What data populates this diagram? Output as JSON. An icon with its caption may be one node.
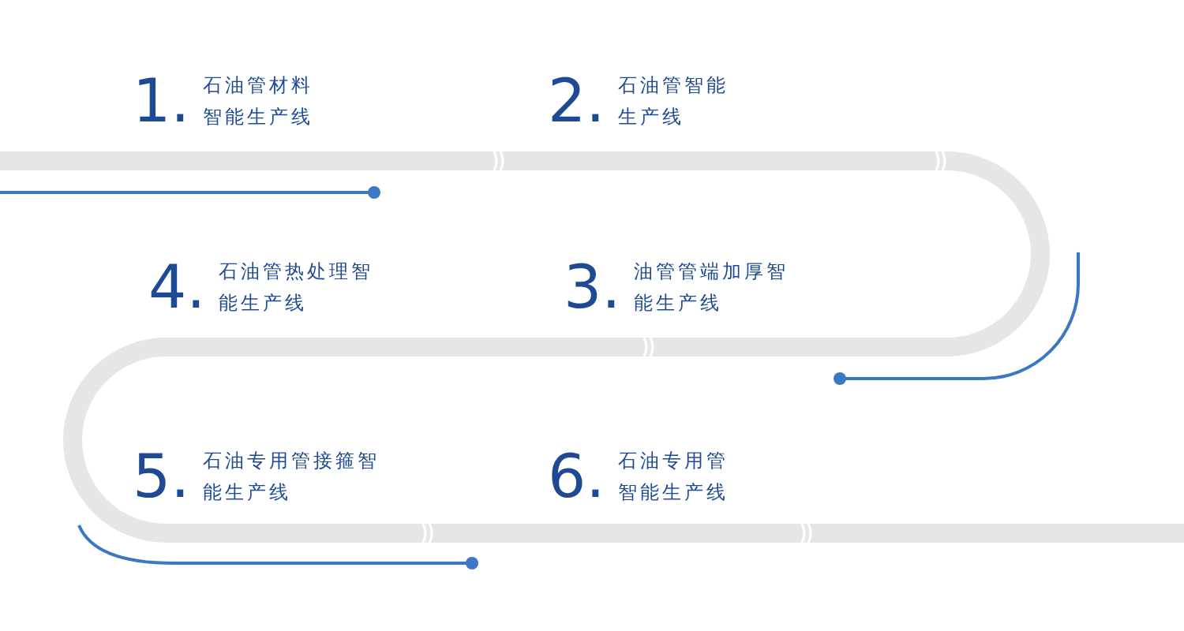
{
  "diagram": {
    "nodes": [
      {
        "text": [
          "1.",
          "石油管材料智能生产线"
        ]
      },
      {
        "text": [
          "2.",
          "石油管智能生产线"
        ]
      },
      {
        "text": [
          "4.",
          "石油管热处理智能生产线"
        ]
      },
      {
        "text": [
          "3.",
          "油管管端加厚智能生产线"
        ]
      },
      {
        "text": [
          "5.",
          "石油专用管接箍智能生产线"
        ]
      },
      {
        "text": [
          "6.",
          "石油专用管智能生产线"
        ]
      }
    ]
  }
}
